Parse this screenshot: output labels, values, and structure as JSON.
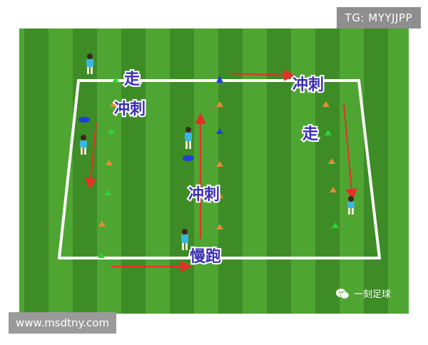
{
  "watermark_top": "TG: MYYJJPP",
  "watermark_bottom": "www.msdtny.com",
  "channel_name": "一刻足球",
  "labels": {
    "walk_top": "走",
    "sprint_left": "冲刺",
    "sprint_top_right": "冲刺",
    "walk_right": "走",
    "sprint_center": "冲刺",
    "jog_bottom": "慢跑"
  },
  "colors": {
    "grass_dark": "#3d8c26",
    "grass_light": "#4fa532",
    "line": "#ffffff",
    "arrow": "#e53026",
    "label": "#3b2fb5",
    "cone_green": "#2fd13a",
    "cone_orange": "#e88a3a",
    "cone_blue": "#1f3fd6",
    "player_shirt": "#3bb6e0"
  }
}
